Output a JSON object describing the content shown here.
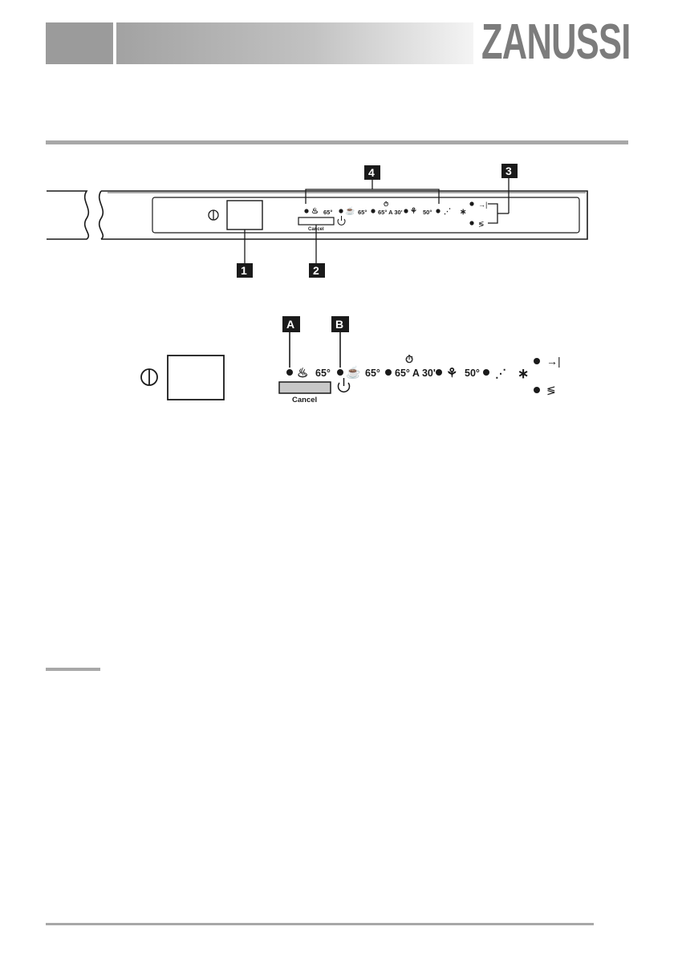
{
  "header": {
    "brand_logo": "ZANUSSI"
  },
  "panel_overview": {
    "callouts": [
      "1",
      "2",
      "3",
      "4"
    ],
    "cancel_label": "Cancel",
    "temps": [
      "65°",
      "65°",
      "65° A 30'",
      "50°"
    ]
  },
  "panel_detail": {
    "callouts": [
      "A",
      "B"
    ],
    "cancel_label": "Cancel",
    "temps": [
      "65°",
      "65°",
      "65° A 30'",
      "50°"
    ]
  },
  "colors": {
    "header_grey": "#9b9b9b",
    "logo_grey": "#7c7c7c",
    "rule_grey": "#a8a8a8",
    "callout_box": "#1a1a1a",
    "cancel_button_fill": "#c8c8c8"
  }
}
